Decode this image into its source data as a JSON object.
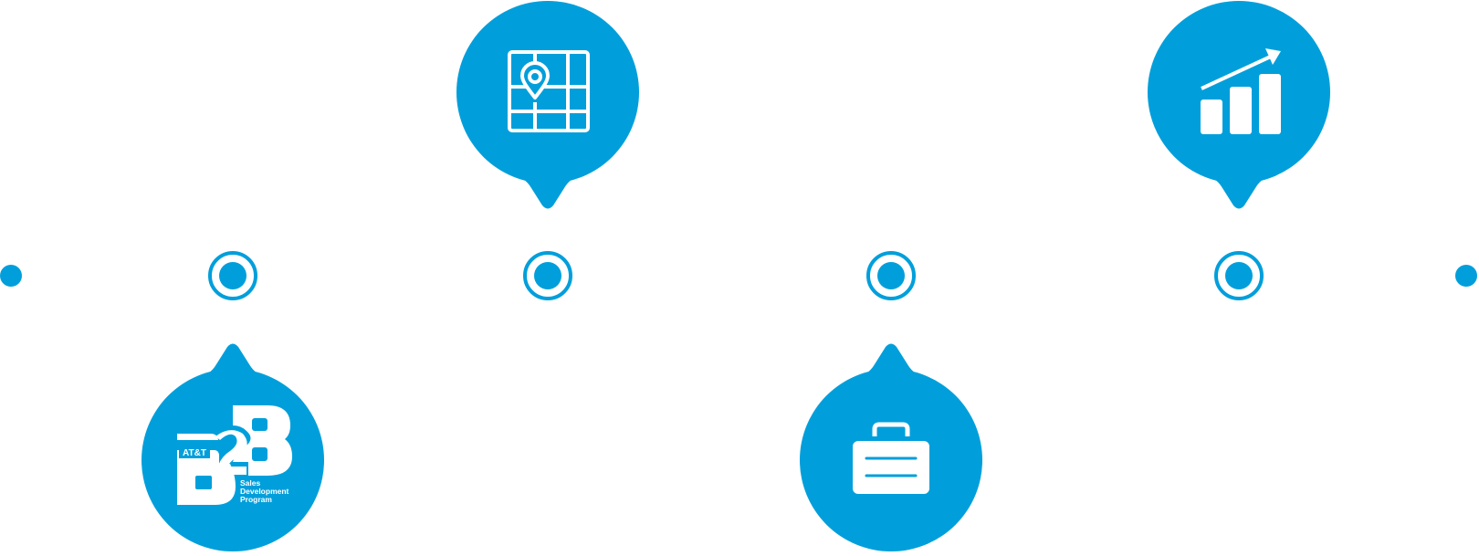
{
  "theme": {
    "accent": "#009fdb",
    "background": "#ffffff",
    "icon_color": "#ffffff"
  },
  "timeline": {
    "end_dots": [
      "start-dot",
      "end-dot"
    ],
    "milestones": [
      {
        "id": "b2b",
        "icon": "att-b2b-logo-icon",
        "bubble": "below"
      },
      {
        "id": "map",
        "icon": "map-location-icon",
        "bubble": "above"
      },
      {
        "id": "briefcase",
        "icon": "briefcase-icon",
        "bubble": "below"
      },
      {
        "id": "growth",
        "icon": "growth-chart-icon",
        "bubble": "above"
      }
    ]
  },
  "logo": {
    "brand": "AT&T",
    "line1": "Sales",
    "line2": "Development",
    "line3": "Program"
  }
}
